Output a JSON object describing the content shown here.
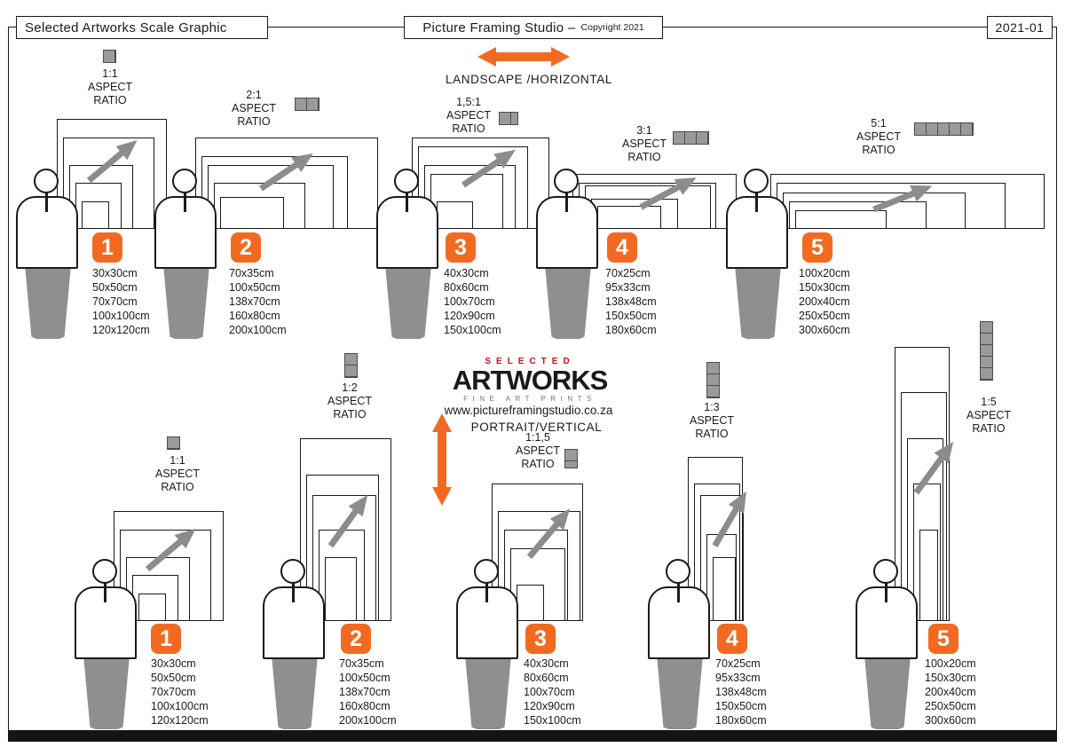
{
  "header": {
    "left_title": "Selected Artworks Scale Graphic",
    "studio_name": "Picture Framing Studio –",
    "copyright": "Copyright 2021",
    "doc_code": "2021-01"
  },
  "orientation": {
    "landscape": "LANDSCAPE /HORIZONTAL",
    "portrait": "PORTRAIT/VERTICAL"
  },
  "logo": {
    "selected": "SELECTED",
    "artworks": "ARTWORKS",
    "tagline": "FINE ART PRINTS",
    "website": "www.pictureframingstudio.co.za"
  },
  "labels": {
    "aspect": "ASPECT",
    "ratio": "RATIO"
  },
  "colors": {
    "accent_orange": "#f26a21",
    "icon_gray": "#8c8c8c",
    "outline": "#1a1a1a",
    "legs_gray": "#8f8f8f"
  },
  "landscape_groups": [
    {
      "number": "1",
      "ratio": "1:1",
      "sizes": [
        "30x30cm",
        "50x50cm",
        "70x70cm",
        "100x100cm",
        "120x120cm"
      ]
    },
    {
      "number": "2",
      "ratio": "2:1",
      "sizes": [
        "70x35cm",
        "100x50cm",
        "138x70cm",
        "160x80cm",
        "200x100cm"
      ]
    },
    {
      "number": "3",
      "ratio": "1,5:1",
      "sizes": [
        "40x30cm",
        "80x60cm",
        "100x70cm",
        "120x90cm",
        "150x100cm"
      ]
    },
    {
      "number": "4",
      "ratio": "3:1",
      "sizes": [
        "70x25cm",
        "95x33cm",
        "138x48cm",
        "150x50cm",
        "180x60cm"
      ]
    },
    {
      "number": "5",
      "ratio": "5:1",
      "sizes": [
        "100x20cm",
        "150x30cm",
        "200x40cm",
        "250x50cm",
        "300x60cm"
      ]
    }
  ],
  "portrait_groups": [
    {
      "number": "1",
      "ratio": "1:1",
      "sizes": [
        "30x30cm",
        "50x50cm",
        "70x70cm",
        "100x100cm",
        "120x120cm"
      ]
    },
    {
      "number": "2",
      "ratio": "1:2",
      "sizes": [
        "70x35cm",
        "100x50cm",
        "138x70cm",
        "160x80cm",
        "200x100cm"
      ]
    },
    {
      "number": "3",
      "ratio": "1:1,5",
      "sizes": [
        "40x30cm",
        "80x60cm",
        "100x70cm",
        "120x90cm",
        "150x100cm"
      ]
    },
    {
      "number": "4",
      "ratio": "1:3",
      "sizes": [
        "70x25cm",
        "95x33cm",
        "138x48cm",
        "150x50cm",
        "180x60cm"
      ]
    },
    {
      "number": "5",
      "ratio": "1:5",
      "sizes": [
        "100x20cm",
        "150x30cm",
        "200x40cm",
        "250x50cm",
        "300x60cm"
      ]
    }
  ]
}
